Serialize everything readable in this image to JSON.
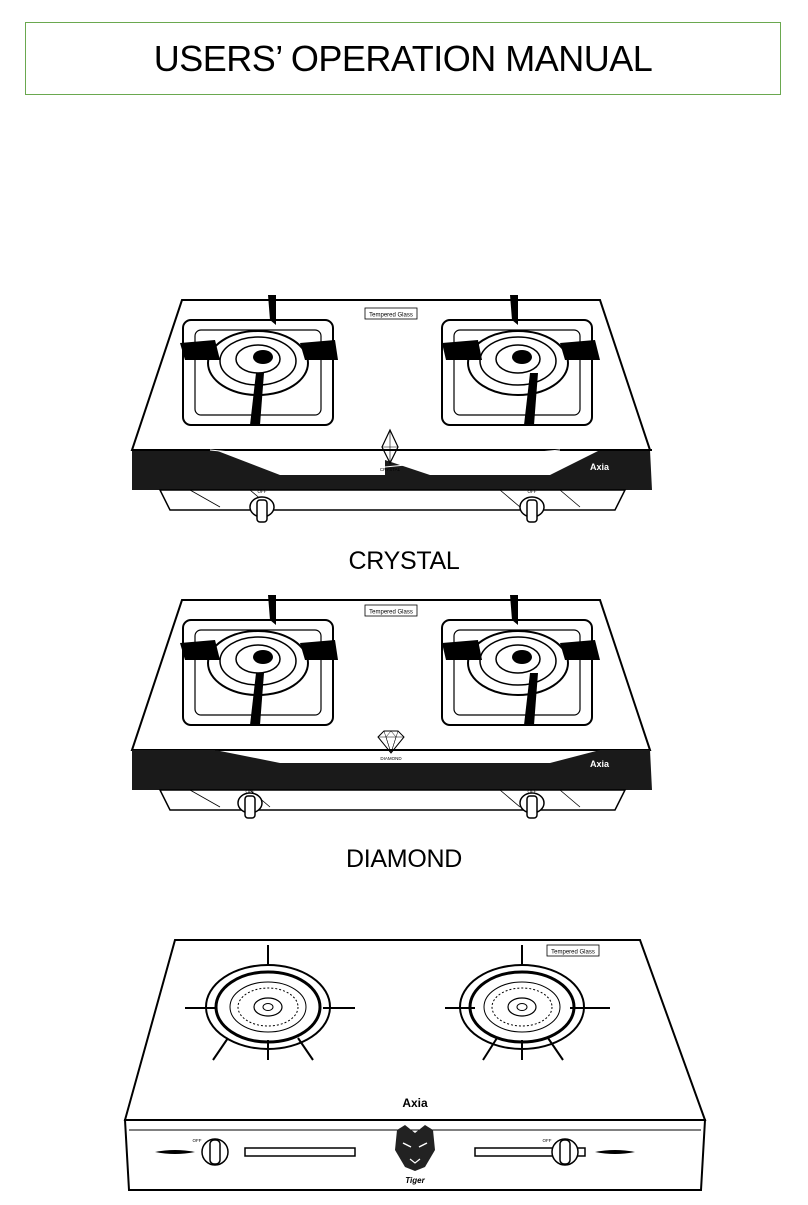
{
  "header": {
    "title": "USERS’ OPERATION MANUAL"
  },
  "products": [
    {
      "name": "CRYSTAL",
      "panel_badge": "Tempered Glass",
      "emblem_text": "CRYSTAL",
      "brand": "Axia",
      "knob_label": "OFF"
    },
    {
      "name": "DIAMOND",
      "panel_badge": "Tempered Glass",
      "emblem_text": "DIAMOND",
      "brand": "Axia",
      "knob_label": "OFF"
    },
    {
      "name": "",
      "panel_badge": "Tempered Glass",
      "brand": "Axia",
      "emblem_text": "Tiger",
      "knob_label": "OFF"
    }
  ]
}
